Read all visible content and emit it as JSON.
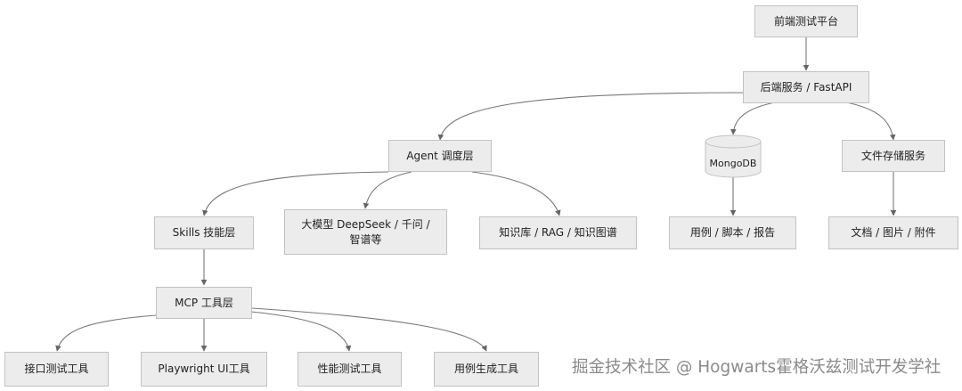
{
  "nodes": {
    "frontend": "前端测试平台",
    "backend": "后端服务 / FastAPI",
    "agent": "Agent 调度层",
    "mongodb": "MongoDB",
    "file_storage": "文件存储服务",
    "skills": "Skills 技能层",
    "llm_line1": "大模型 DeepSeek / 千问 /",
    "llm_line2": "智谱等",
    "knowledge": "知识库 / RAG / 知识图谱",
    "cases_scripts_reports": "用例 / 脚本 / 报告",
    "docs_images_attachments": "文档 / 图片 / 附件",
    "mcp": "MCP 工具层",
    "api_test_tool": "接口测试工具",
    "playwright_tool": "Playwright UI工具",
    "perf_test_tool": "性能测试工具",
    "case_gen_tool": "用例生成工具"
  },
  "watermark": "掘金技术社区 @ Hogwarts霍格沃兹测试开发学社",
  "colors": {
    "node_fill": "#ececec",
    "node_border": "#c2c2c2",
    "edge": "#777777",
    "watermark": "#8a8a8a"
  }
}
